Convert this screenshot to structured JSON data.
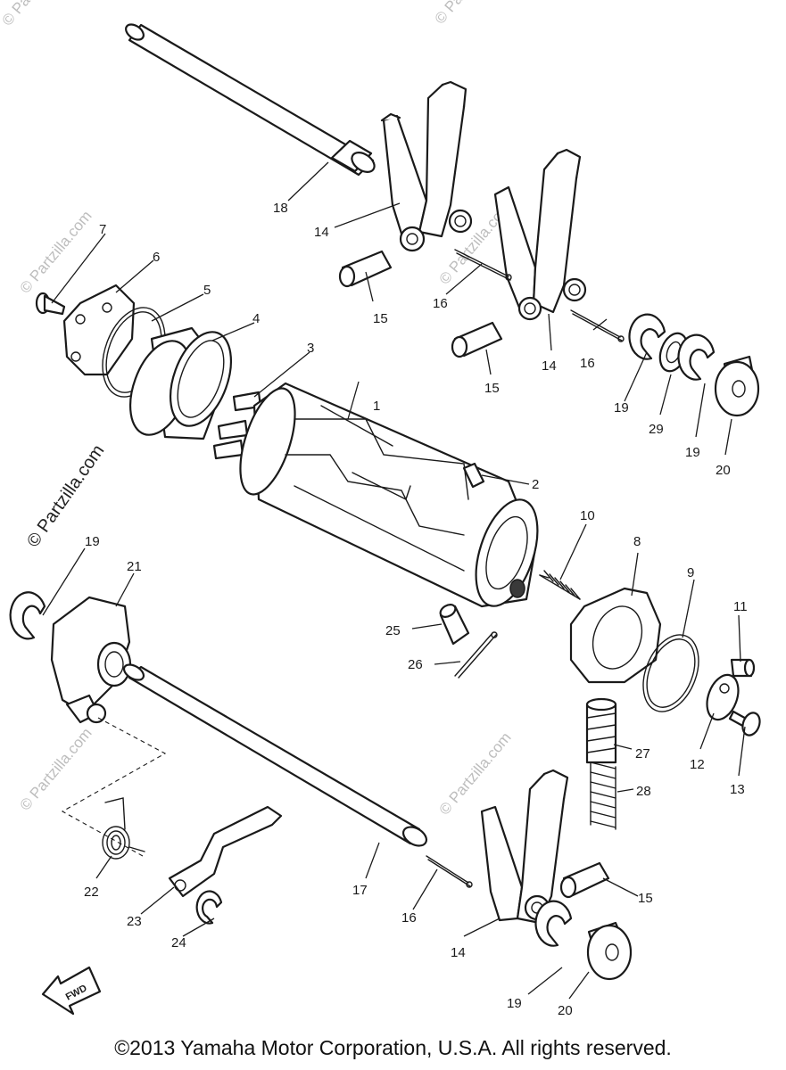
{
  "watermarks": {
    "side": "© Partzilla.com",
    "repeat": "© Partzilla.com"
  },
  "fwd_label": "FWD",
  "copyright": "©2013  Yamaha Motor Corporation, U.S.A. All rights reserved.",
  "callouts": [
    {
      "id": "c1",
      "text": "1"
    },
    {
      "id": "c2",
      "text": "2"
    },
    {
      "id": "c3",
      "text": "3"
    },
    {
      "id": "c4",
      "text": "4"
    },
    {
      "id": "c5",
      "text": "5"
    },
    {
      "id": "c6",
      "text": "6"
    },
    {
      "id": "c7",
      "text": "7"
    },
    {
      "id": "c8",
      "text": "8"
    },
    {
      "id": "c9",
      "text": "9"
    },
    {
      "id": "c10",
      "text": "10"
    },
    {
      "id": "c11",
      "text": "11"
    },
    {
      "id": "c12",
      "text": "12"
    },
    {
      "id": "c13",
      "text": "13"
    },
    {
      "id": "c14a",
      "text": "14"
    },
    {
      "id": "c14b",
      "text": "14"
    },
    {
      "id": "c14c",
      "text": "14"
    },
    {
      "id": "c15a",
      "text": "15"
    },
    {
      "id": "c15b",
      "text": "15"
    },
    {
      "id": "c15c",
      "text": "15"
    },
    {
      "id": "c16a",
      "text": "16"
    },
    {
      "id": "c16b",
      "text": "16"
    },
    {
      "id": "c16c",
      "text": "16"
    },
    {
      "id": "c17",
      "text": "17"
    },
    {
      "id": "c18",
      "text": "18"
    },
    {
      "id": "c19a",
      "text": "19"
    },
    {
      "id": "c19b",
      "text": "19"
    },
    {
      "id": "c19c",
      "text": "19"
    },
    {
      "id": "c19d",
      "text": "19"
    },
    {
      "id": "c20a",
      "text": "20"
    },
    {
      "id": "c20b",
      "text": "20"
    },
    {
      "id": "c21",
      "text": "21"
    },
    {
      "id": "c22",
      "text": "22"
    },
    {
      "id": "c23",
      "text": "23"
    },
    {
      "id": "c24",
      "text": "24"
    },
    {
      "id": "c25",
      "text": "25"
    },
    {
      "id": "c26",
      "text": "26"
    },
    {
      "id": "c27",
      "text": "27"
    },
    {
      "id": "c28",
      "text": "28"
    },
    {
      "id": "c29",
      "text": "29"
    }
  ]
}
